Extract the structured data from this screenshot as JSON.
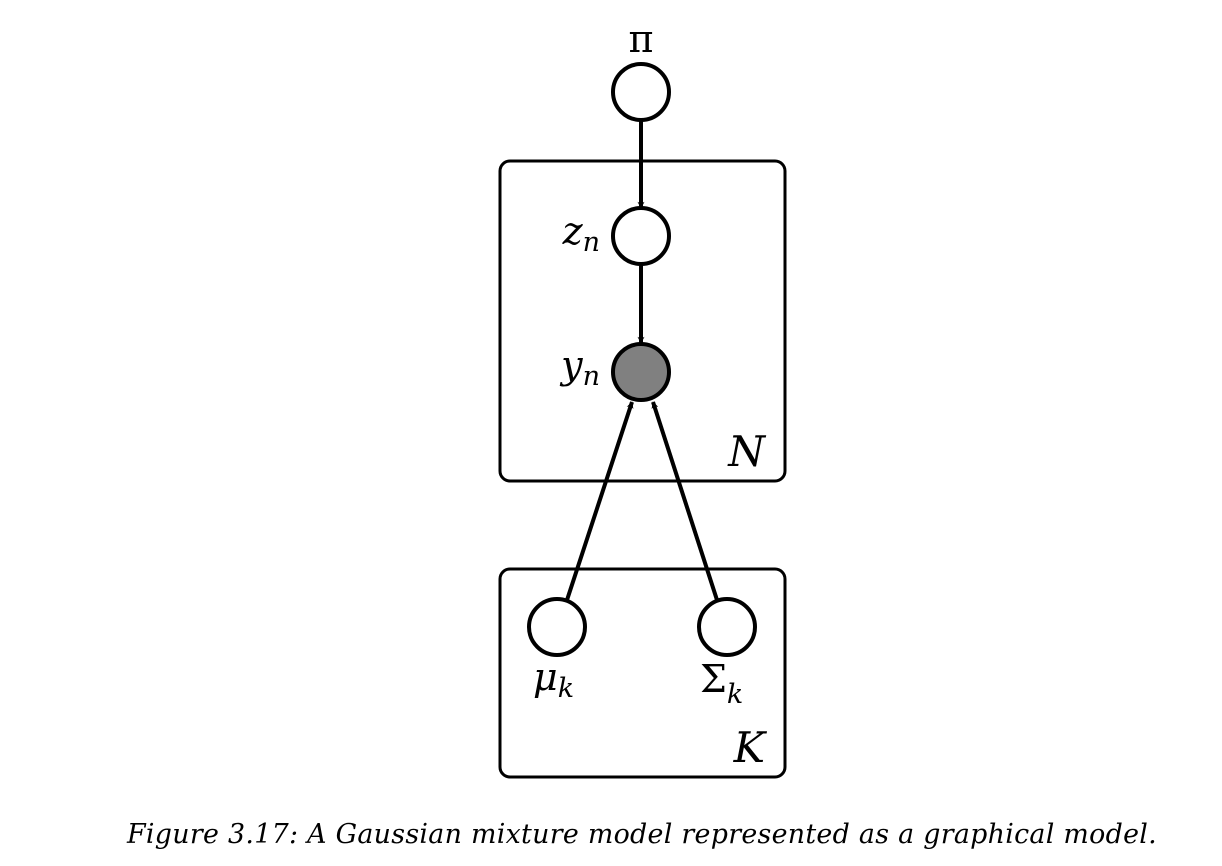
{
  "nodes": {
    "pi": {
      "label": "π",
      "observed": false
    },
    "z": {
      "label": "z",
      "sub": "n",
      "observed": false
    },
    "y": {
      "label": "y",
      "sub": "n",
      "observed": true
    },
    "mu": {
      "label": "μ",
      "sub": "k",
      "observed": false
    },
    "sigma": {
      "label": "Σ",
      "sub": "k",
      "observed": false
    }
  },
  "plates": {
    "n": {
      "label": "N"
    },
    "k": {
      "label": "K"
    }
  },
  "edges": [
    {
      "from": "pi",
      "to": "z"
    },
    {
      "from": "z",
      "to": "y"
    },
    {
      "from": "mu",
      "to": "y"
    },
    {
      "from": "sigma",
      "to": "y"
    }
  ],
  "colors": {
    "observed_fill": "#808080",
    "latent_fill": "#ffffff",
    "stroke": "#000000"
  },
  "caption": "Figure 3.17: A Gaussian mixture model represented as a graphical model."
}
